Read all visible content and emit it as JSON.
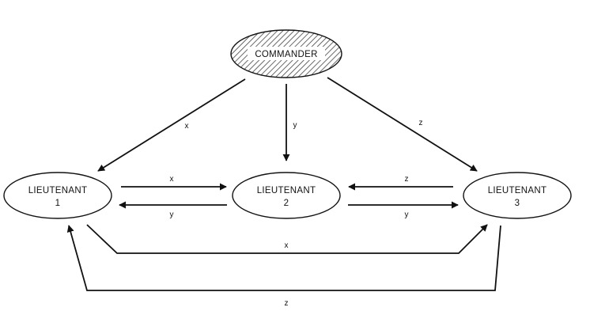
{
  "diagram": {
    "commander": {
      "label": "COMMANDER",
      "style": "hatched",
      "hatch_color": "#444444"
    },
    "lieutenants": [
      {
        "label": "LIEUTENANT",
        "number": "1"
      },
      {
        "label": "LIEUTENANT",
        "number": "2"
      },
      {
        "label": "LIEUTENANT",
        "number": "3"
      }
    ],
    "edges": [
      {
        "from": "COMMANDER",
        "to": "LIEUTENANT 1",
        "label": "x"
      },
      {
        "from": "COMMANDER",
        "to": "LIEUTENANT 2",
        "label": "y"
      },
      {
        "from": "COMMANDER",
        "to": "LIEUTENANT 3",
        "label": "z"
      },
      {
        "from": "LIEUTENANT 1",
        "to": "LIEUTENANT 2",
        "label": "x"
      },
      {
        "from": "LIEUTENANT 2",
        "to": "LIEUTENANT 1",
        "label": "y"
      },
      {
        "from": "LIEUTENANT 3",
        "to": "LIEUTENANT 2",
        "label": "z"
      },
      {
        "from": "LIEUTENANT 2",
        "to": "LIEUTENANT 3",
        "label": "y"
      },
      {
        "from": "LIEUTENANT 1",
        "to": "LIEUTENANT 3",
        "label": "x"
      },
      {
        "from": "LIEUTENANT 3",
        "to": "LIEUTENANT 1",
        "label": "z"
      }
    ],
    "colors": {
      "stroke": "#111111",
      "background": "#ffffff"
    }
  }
}
